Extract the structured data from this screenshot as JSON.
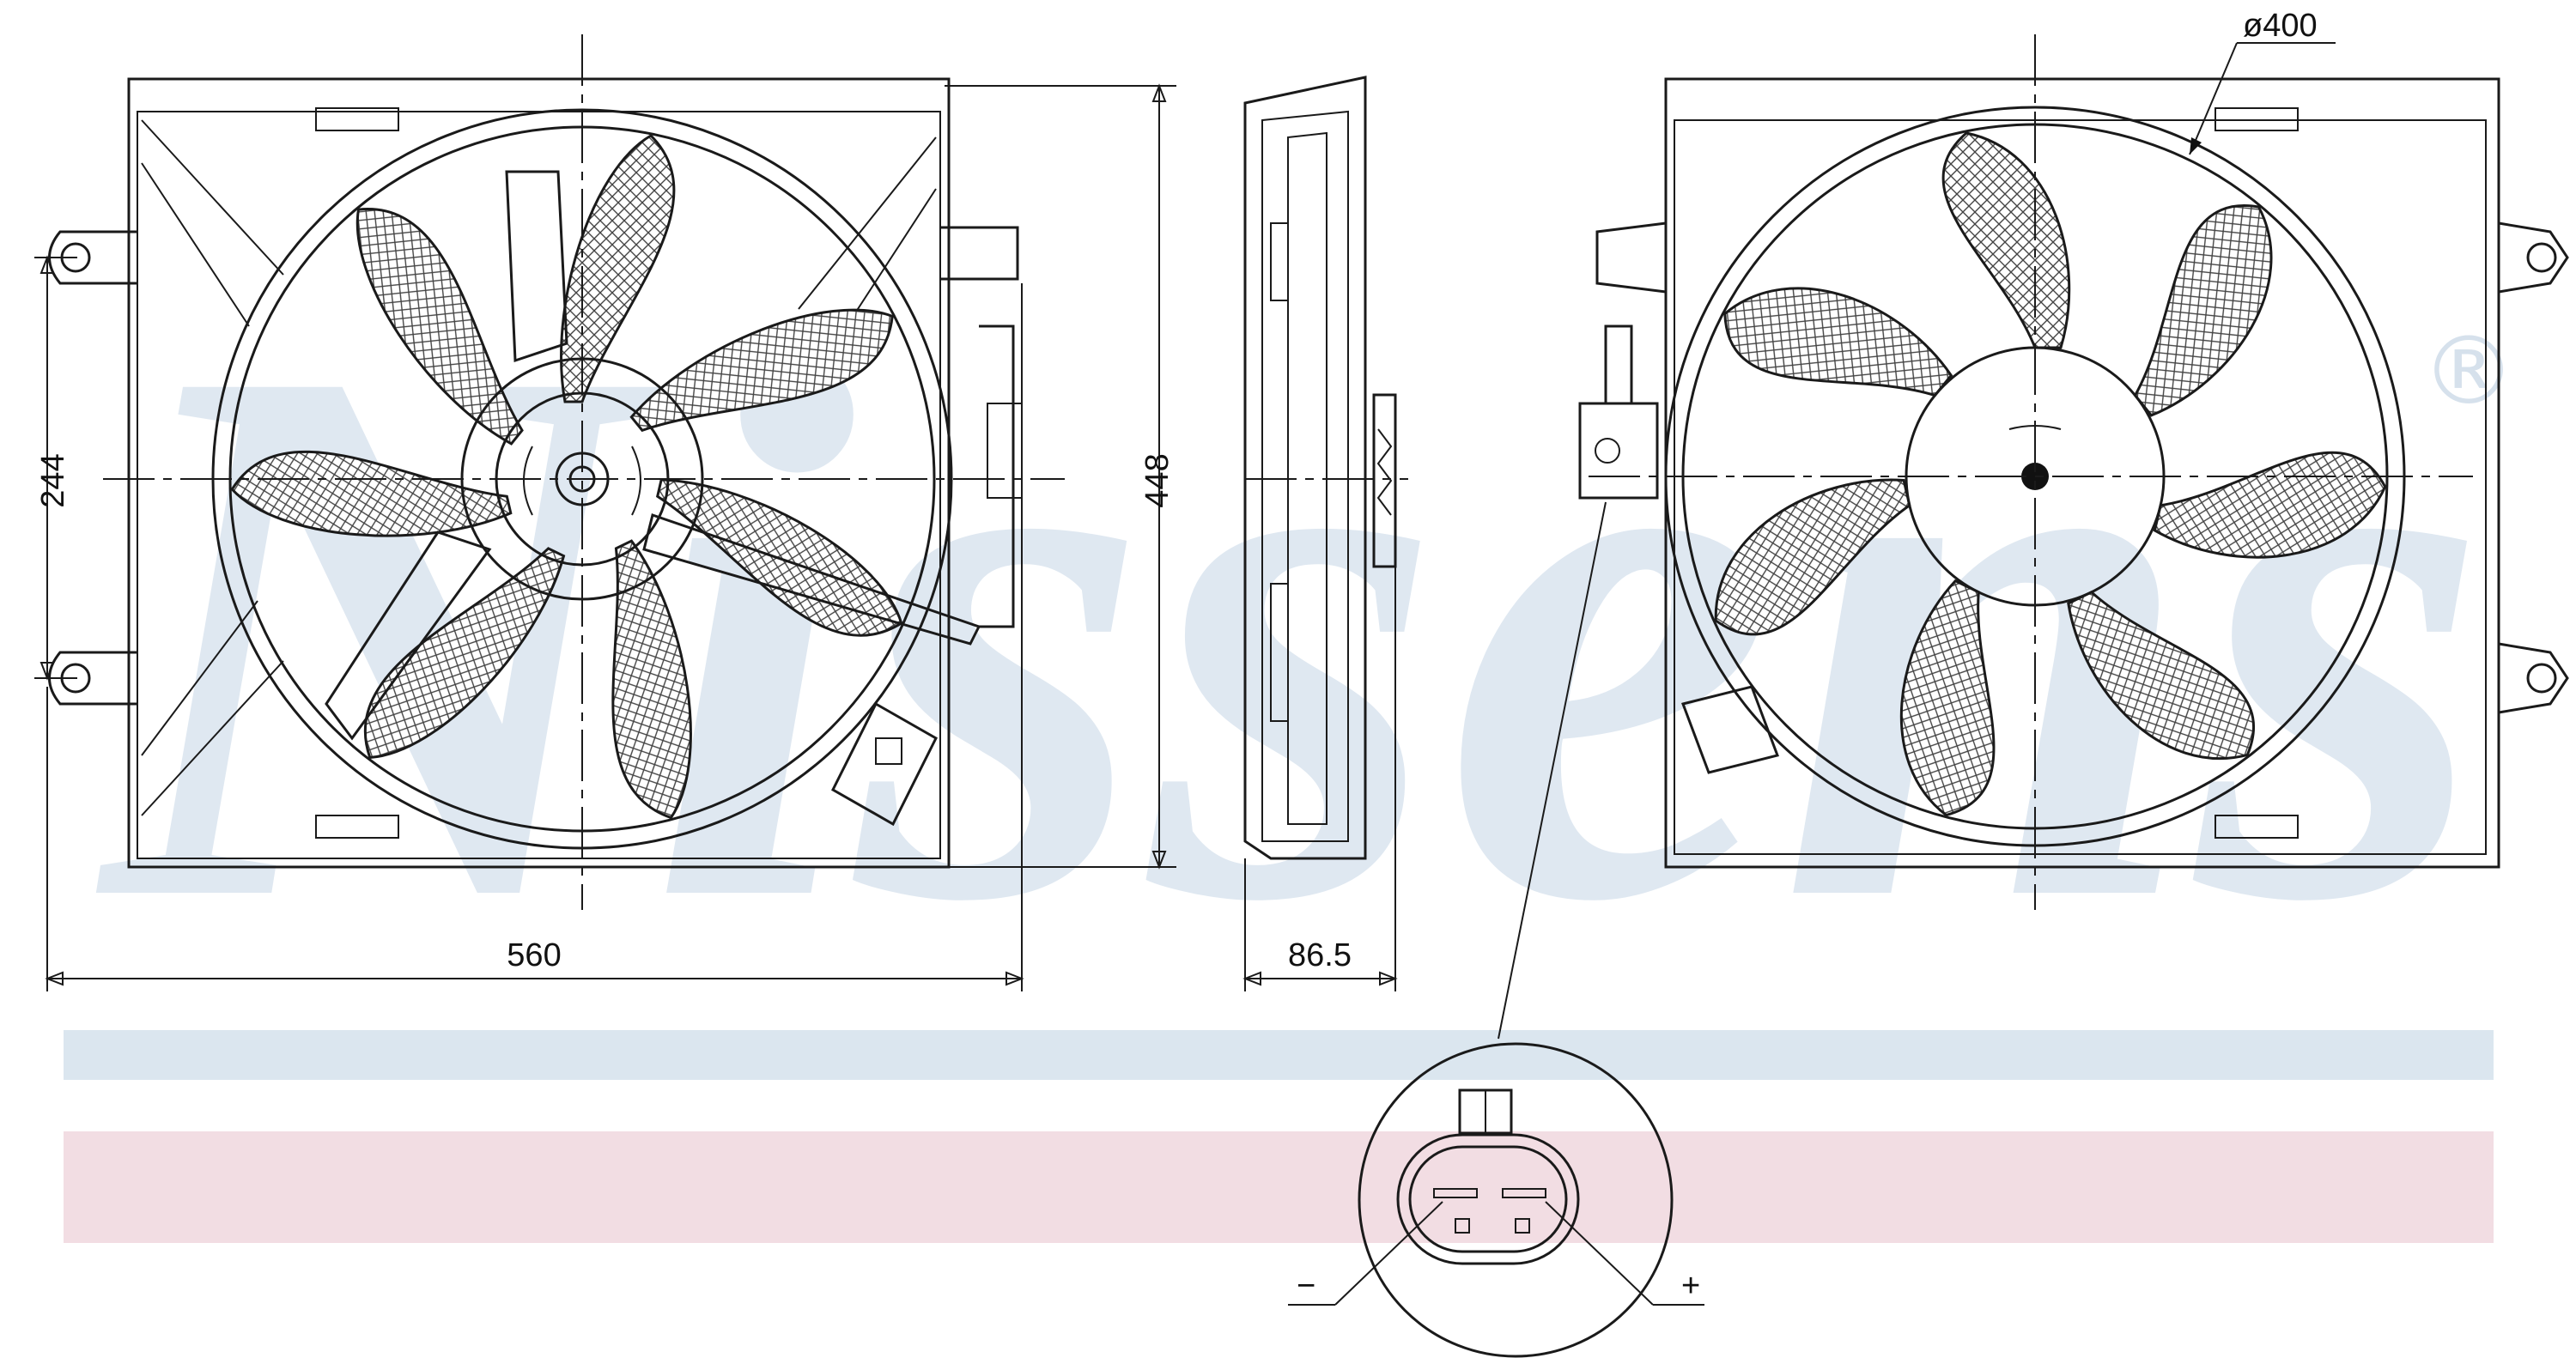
{
  "brand": {
    "watermark": "Nissens",
    "registered_mark": "®",
    "colors": {
      "watermark": "#dfe8f1",
      "band_blue": "#dbe6ef",
      "band_pink": "#f2dde3"
    }
  },
  "dimensions": {
    "width": "560",
    "height": "448",
    "mount_spacing": "244",
    "depth": "86.5",
    "fan_diameter": "ø400"
  },
  "connector": {
    "negative": "−",
    "positive": "+"
  }
}
